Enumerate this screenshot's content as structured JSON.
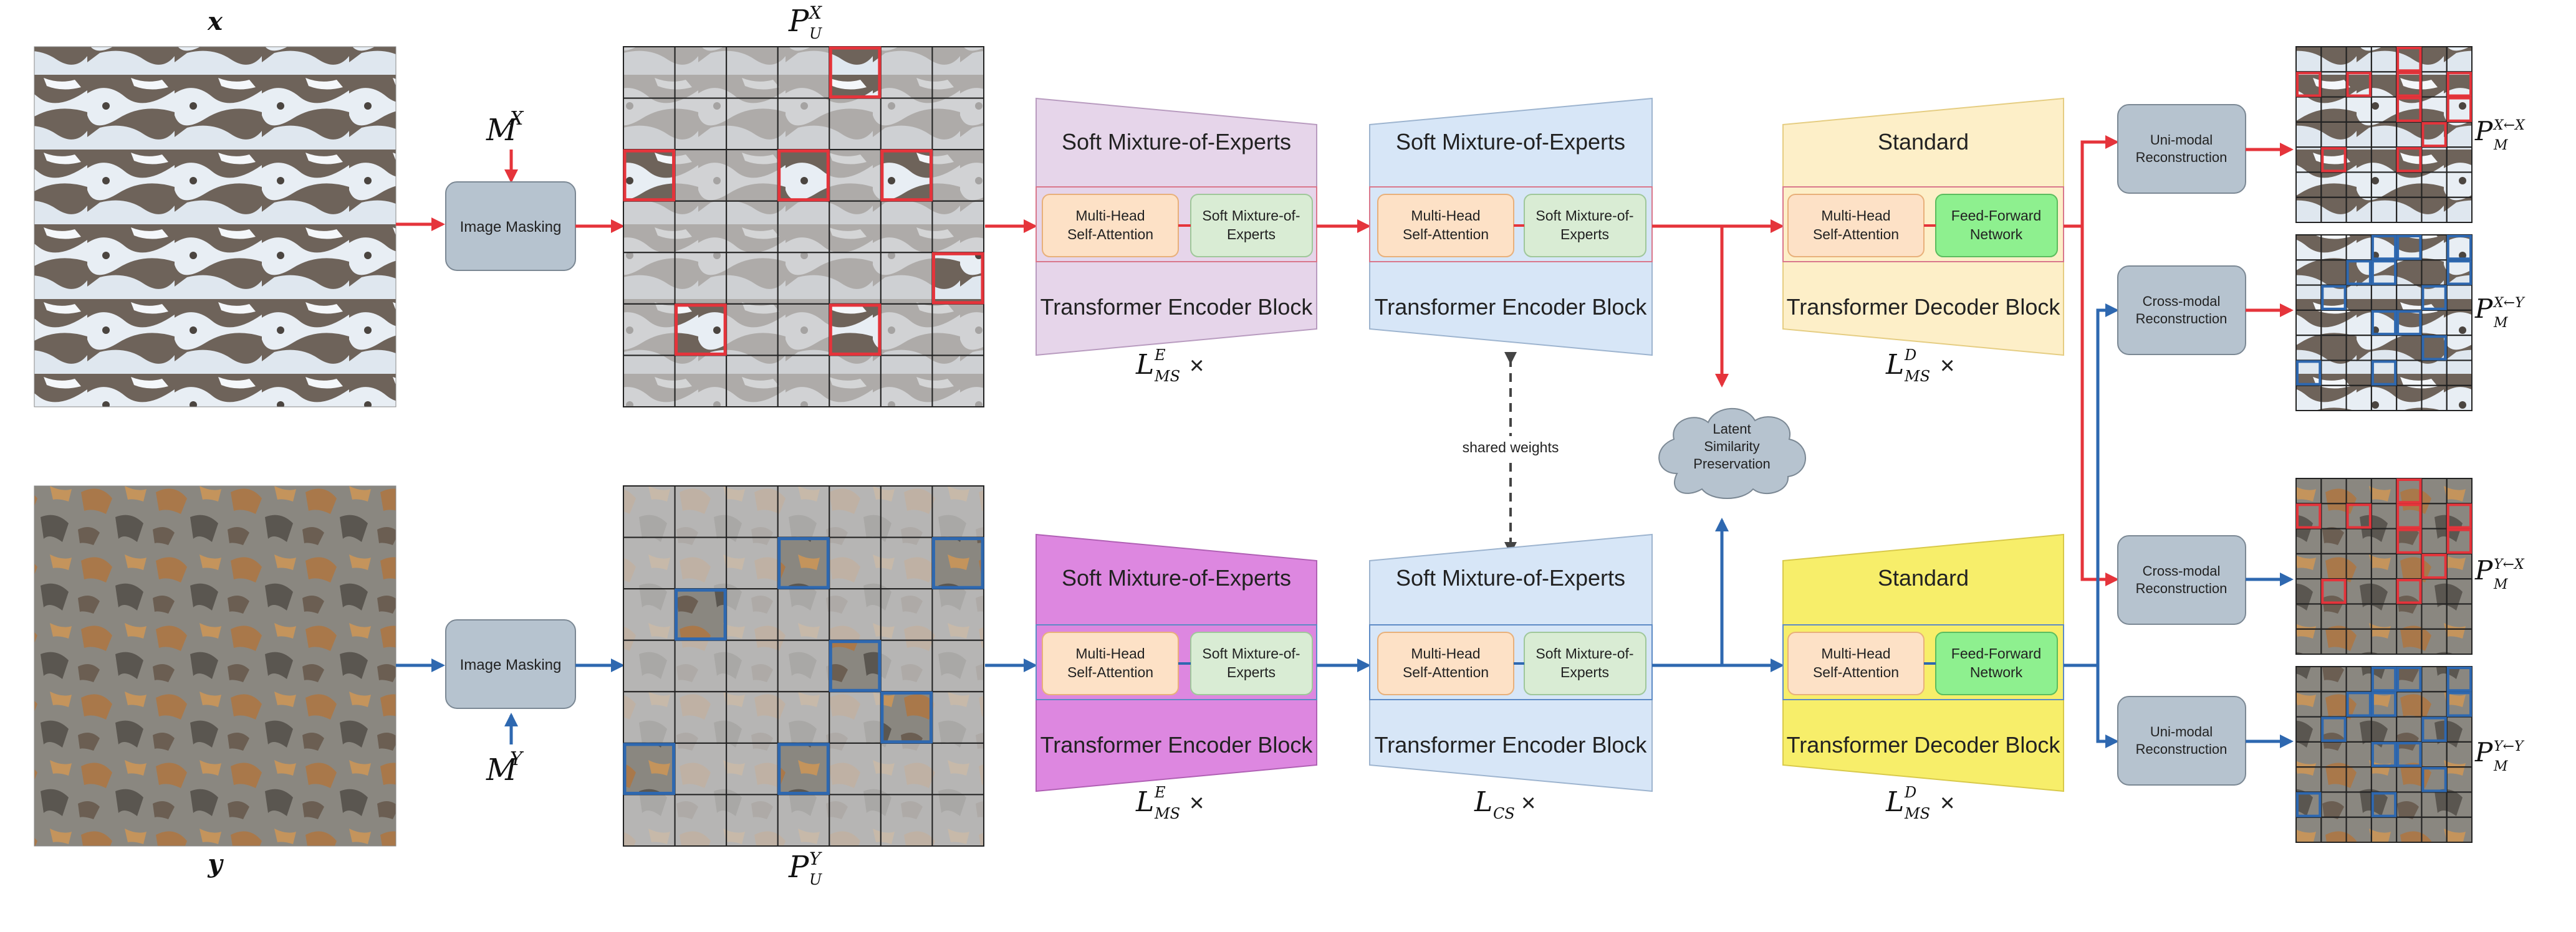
{
  "inputs": {
    "x_label": "x",
    "y_label": "y"
  },
  "masks": {
    "mx_base": "M",
    "mx_sup": "X",
    "my_base": "M",
    "my_sup": "Y"
  },
  "image_masking": "Image Masking",
  "patches": {
    "top_base": "P",
    "top_sup": "X",
    "top_sub": "U",
    "bot_base": "P",
    "bot_sup": "Y",
    "bot_sub": "U"
  },
  "encoder": {
    "header": "Soft Mixture-of-Experts",
    "attn": [
      "Multi-Head",
      "Self-Attention"
    ],
    "moe": [
      "Soft Mixture-of-",
      "Experts"
    ],
    "block": "Transformer Encoder Block",
    "rep_ms_base": "L",
    "rep_ms_sup": "E",
    "rep_ms_sub": "MS",
    "rep_cs_base": "L",
    "rep_cs_sub": "CS",
    "times": "×"
  },
  "shared_weights": "shared weights",
  "latent": [
    "Latent",
    "Similarity",
    "Preservation"
  ],
  "decoder": {
    "header": "Standard",
    "attn": [
      "Multi-Head",
      "Self-Attention"
    ],
    "ffn": [
      "Feed-Forward",
      "Network"
    ],
    "block": "Transformer Decoder Block",
    "rep_base": "L",
    "rep_sup": "D",
    "rep_sub": "MS"
  },
  "recon": {
    "uni": [
      "Uni-modal",
      "Reconstruction"
    ],
    "cross": [
      "Cross-modal",
      "Reconstruction"
    ]
  },
  "outputs": {
    "o1_sup": "X←X",
    "o2_sup": "X←Y",
    "o3_sup": "Y←X",
    "o4_sup": "Y←Y",
    "base": "P",
    "sub": "M"
  },
  "colors": {
    "red": "#e5343b",
    "blue": "#2e68b0",
    "grey_box": "#b6c3cf",
    "enc_purple_light": "#e6d5ea",
    "enc_purple": "#dd87e0",
    "enc_blue": "#d7e6f7",
    "dec_yellow_light": "#fdefc8",
    "dec_yellow": "#f7ee6a",
    "attn_fill": "#fde1c6",
    "moe_fill": "#d9ecd4",
    "ffn_fill": "#8ef08f"
  }
}
